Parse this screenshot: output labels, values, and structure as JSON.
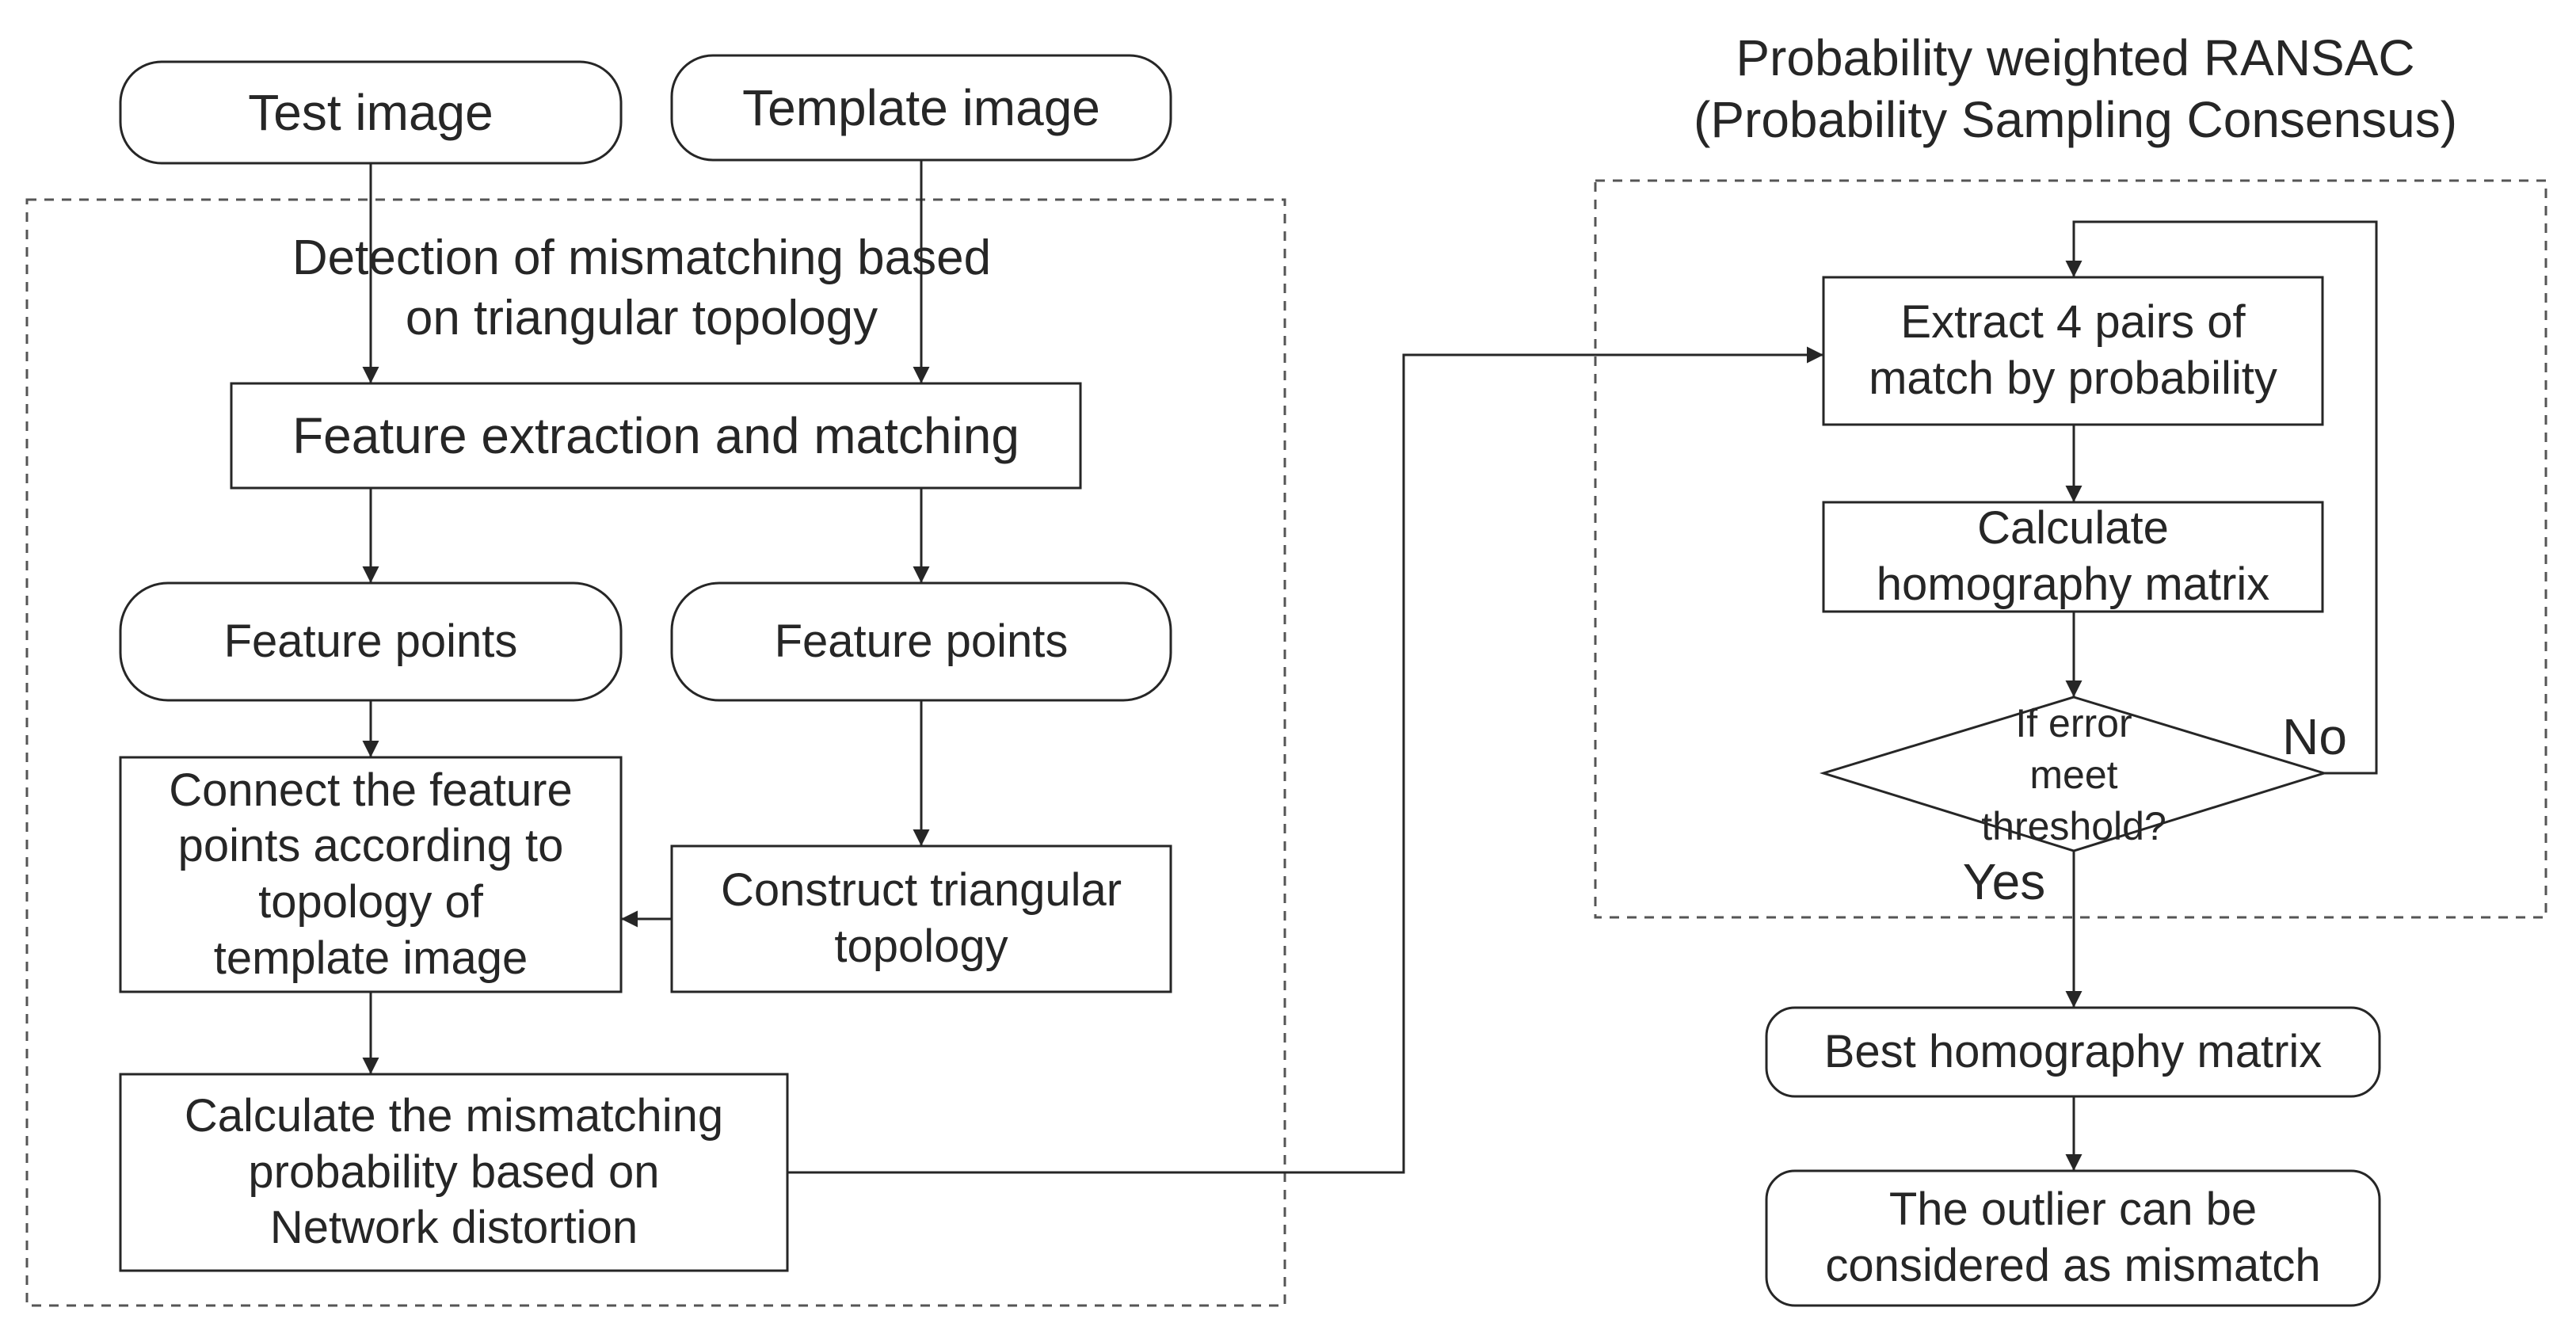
{
  "diagram": {
    "left_group": {
      "title": "Detection of mismatching based\non triangular topology"
    },
    "right_group": {
      "title": "Probability weighted RANSAC\n(Probability Sampling Consensus)"
    },
    "nodes": {
      "test_image": "Test image",
      "template_image": "Template image",
      "feature_extraction": "Feature extraction and matching",
      "feature_points_left": "Feature points",
      "feature_points_right": "Feature points",
      "connect_points": "Connect the feature\npoints according to\ntopology of\ntemplate image",
      "construct_topology": "Construct triangular\ntopology",
      "mismatch_probability": "Calculate the mismatching\nprobability based on\nNetwork distortion",
      "extract_pairs": "Extract 4 pairs of\nmatch by probability",
      "calc_homography": "Calculate\nhomography matrix",
      "decision": "If error\nmeet\nthreshold?",
      "best_homography": "Best homography matrix",
      "outlier": "The outlier can be\nconsidered as mismatch"
    },
    "edge_labels": {
      "no": "No",
      "yes": "Yes"
    }
  }
}
